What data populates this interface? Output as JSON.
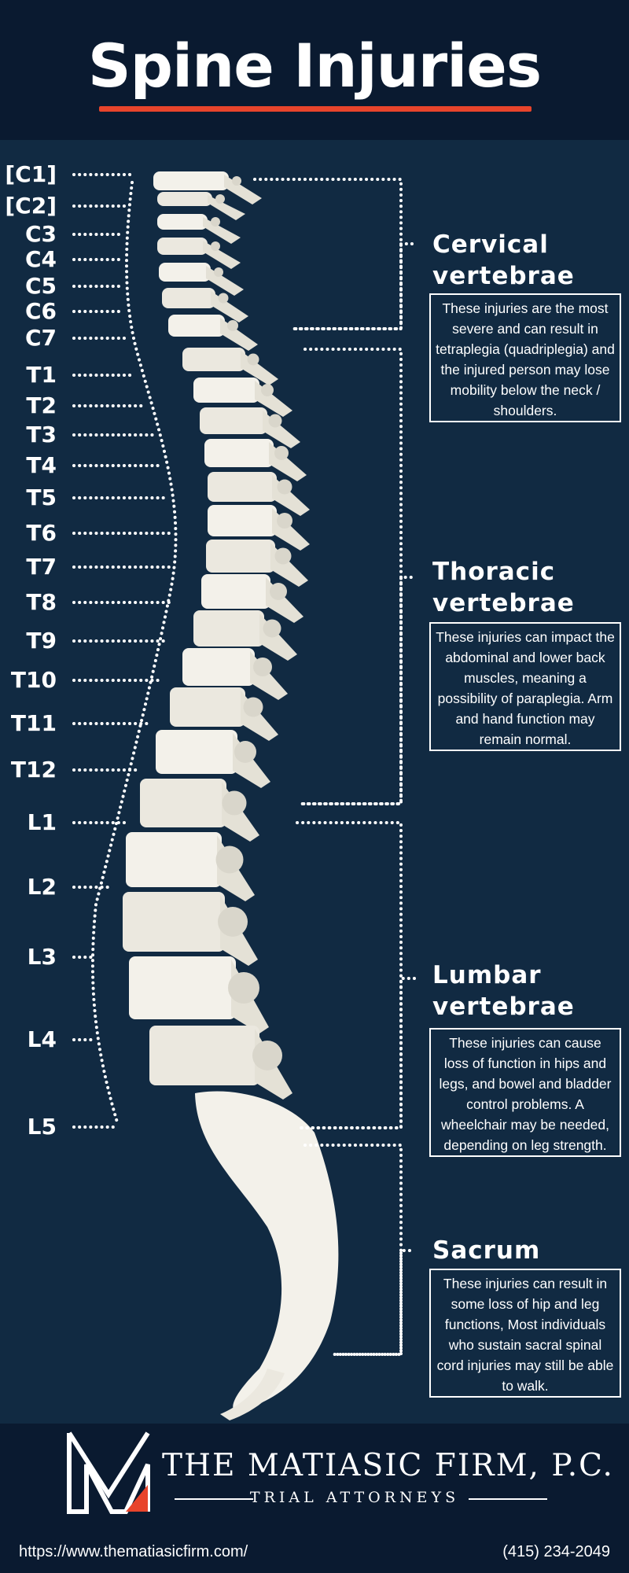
{
  "title": "Spine Injuries",
  "vertebra_labels": [
    "[C1]",
    "[C2]",
    "C3",
    "C4",
    "C5",
    "C6",
    "C7",
    "T1",
    "T2",
    "T3",
    "T4",
    "T5",
    "T6",
    "T7",
    "T8",
    "T9",
    "T10",
    "T11",
    "T12",
    "L1",
    "L2",
    "L3",
    "L4",
    "L5"
  ],
  "sections": [
    {
      "title_line1": "Cervical",
      "title_line2": "vertebrae",
      "description": "These injuries are the most severe and can result in tetraplegia (quadriplegia) and the injured person may lose mobility below the neck / shoulders."
    },
    {
      "title_line1": "Thoracic",
      "title_line2": "vertebrae",
      "description": "These injuries can impact the abdominal and lower back muscles, meaning a possibility of paraplegia. Arm and hand function may remain normal."
    },
    {
      "title_line1": "Lumbar",
      "title_line2": "vertebrae",
      "description": "These injuries can cause loss of function in hips and legs, and bowel and bladder control problems. A wheelchair may be needed, depending on leg strength."
    },
    {
      "title_line1": "Sacrum",
      "title_line2": "",
      "description": "These injuries can result in some loss of hip and leg functions, Most individuals who sustain sacral spinal cord injuries may still be able to walk."
    }
  ],
  "footer": {
    "firm_name": "THE MATIASIC FIRM, P.C.",
    "firm_subtitle": "TRIAL ATTORNEYS",
    "url": "https://www.thematiasicfirm.com/",
    "phone": "(415) 234-2049"
  },
  "colors": {
    "accent": "#e8442b",
    "background": "#112a42",
    "header": "#0a1a30",
    "bone": "#f3f1ea"
  }
}
